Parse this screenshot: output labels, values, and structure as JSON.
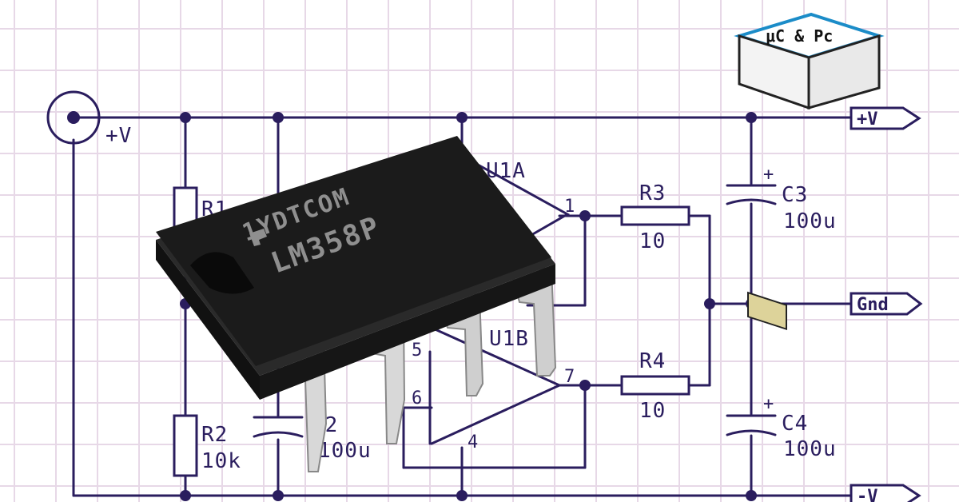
{
  "chip": {
    "brand_line": "1YDTCOM",
    "part_number": "LM358P"
  },
  "logo": {
    "text": "μC & Pc"
  },
  "schematic": {
    "supply_label": "+V",
    "ports": {
      "top": "+V",
      "mid": "Gnd",
      "bottom": "-V"
    },
    "opamp_a": "U1A",
    "opamp_b": "U1B",
    "r1": {
      "name": "R1",
      "value": ""
    },
    "r2": {
      "name": "R2",
      "value": "10k"
    },
    "r3": {
      "name": "R3",
      "value": "10"
    },
    "r4": {
      "name": "R4",
      "value": "10"
    },
    "c2": {
      "name": "C2",
      "value": "100u"
    },
    "c3": {
      "name": "C3",
      "value": "100u"
    },
    "c4": {
      "name": "C4",
      "value": "100u"
    },
    "pins": {
      "p1": "1",
      "p7": "7",
      "p6": "6",
      "p5": "5",
      "p4": "4"
    },
    "plus_sign": "+"
  },
  "colors": {
    "ink": "#2a1d5e",
    "grid": "#e7d8e7",
    "chip_body": "#1b1b1b",
    "leads": "#cfcfcf",
    "logo_top": "#1b8cc8"
  }
}
